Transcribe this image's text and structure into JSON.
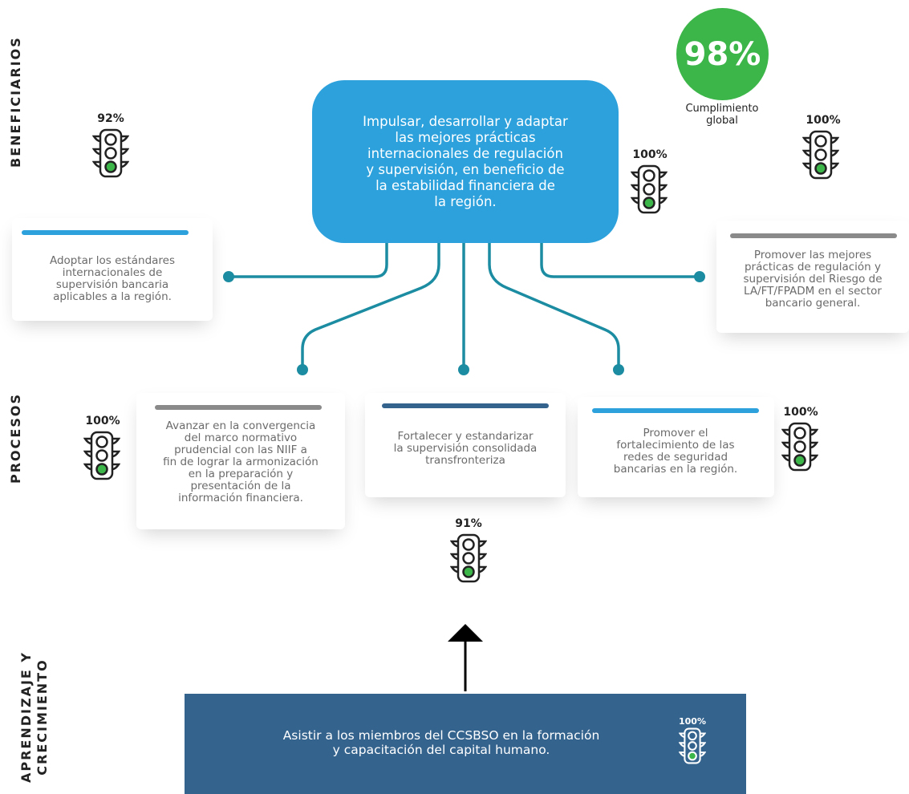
{
  "perspectives": {
    "beneficiarios": "BENEFICIARIOS",
    "procesos": "PROCESOS",
    "aprendizaje": "APRENDIZAJE Y\nCRECIMIENTO"
  },
  "global": {
    "value": "98%",
    "label": "Cumplimiento\nglobal"
  },
  "central": {
    "text": "Impulsar, desarrollar y adaptar\nlas mejores prácticas\ninternacionales de regulación\ny supervisión, en beneficio de\nla estabilidad financiera de\nla región.",
    "percent": "100%"
  },
  "objectives": {
    "left_top": {
      "text": "Adoptar los estándares\ninternacionales de\nsupervisión bancaria\naplicables a la región.",
      "percent": "92%"
    },
    "right_top": {
      "text": "Promover las mejores\nprácticas de regulación y\nsupervisión del Riesgo de\nLA/FT/FPADM en el sector\nbancario general.",
      "percent": "100%"
    },
    "proc_left": {
      "text": "Avanzar en la convergencia\ndel marco normativo\nprudencial con las NIIF a\nfin de lograr la armonización\nen la preparación y\npresentación de la\ninformación financiera.",
      "percent": "100%"
    },
    "proc_center": {
      "text": "Fortalecer y estandarizar\nla supervisión consolidada\ntransfronteriza",
      "percent": "91%"
    },
    "proc_right": {
      "text": "Promover el\nfortalecimiento de las\nredes de seguridad\nbancarias en la región.",
      "percent": "100%"
    }
  },
  "bottom": {
    "text": "Asistir a los miembros del CCSBSO en la formación\ny capacitación del capital humano.",
    "percent": "100%"
  },
  "colors": {
    "central": "#2ca1dc",
    "connector": "#1b8ca1",
    "global": "#3cb549",
    "green_light": "#3cb549",
    "bar_blue": "#2ca1dc",
    "bar_gray": "#8a8a8a",
    "bar_navy": "#34638e",
    "bottom": "#34638e"
  }
}
